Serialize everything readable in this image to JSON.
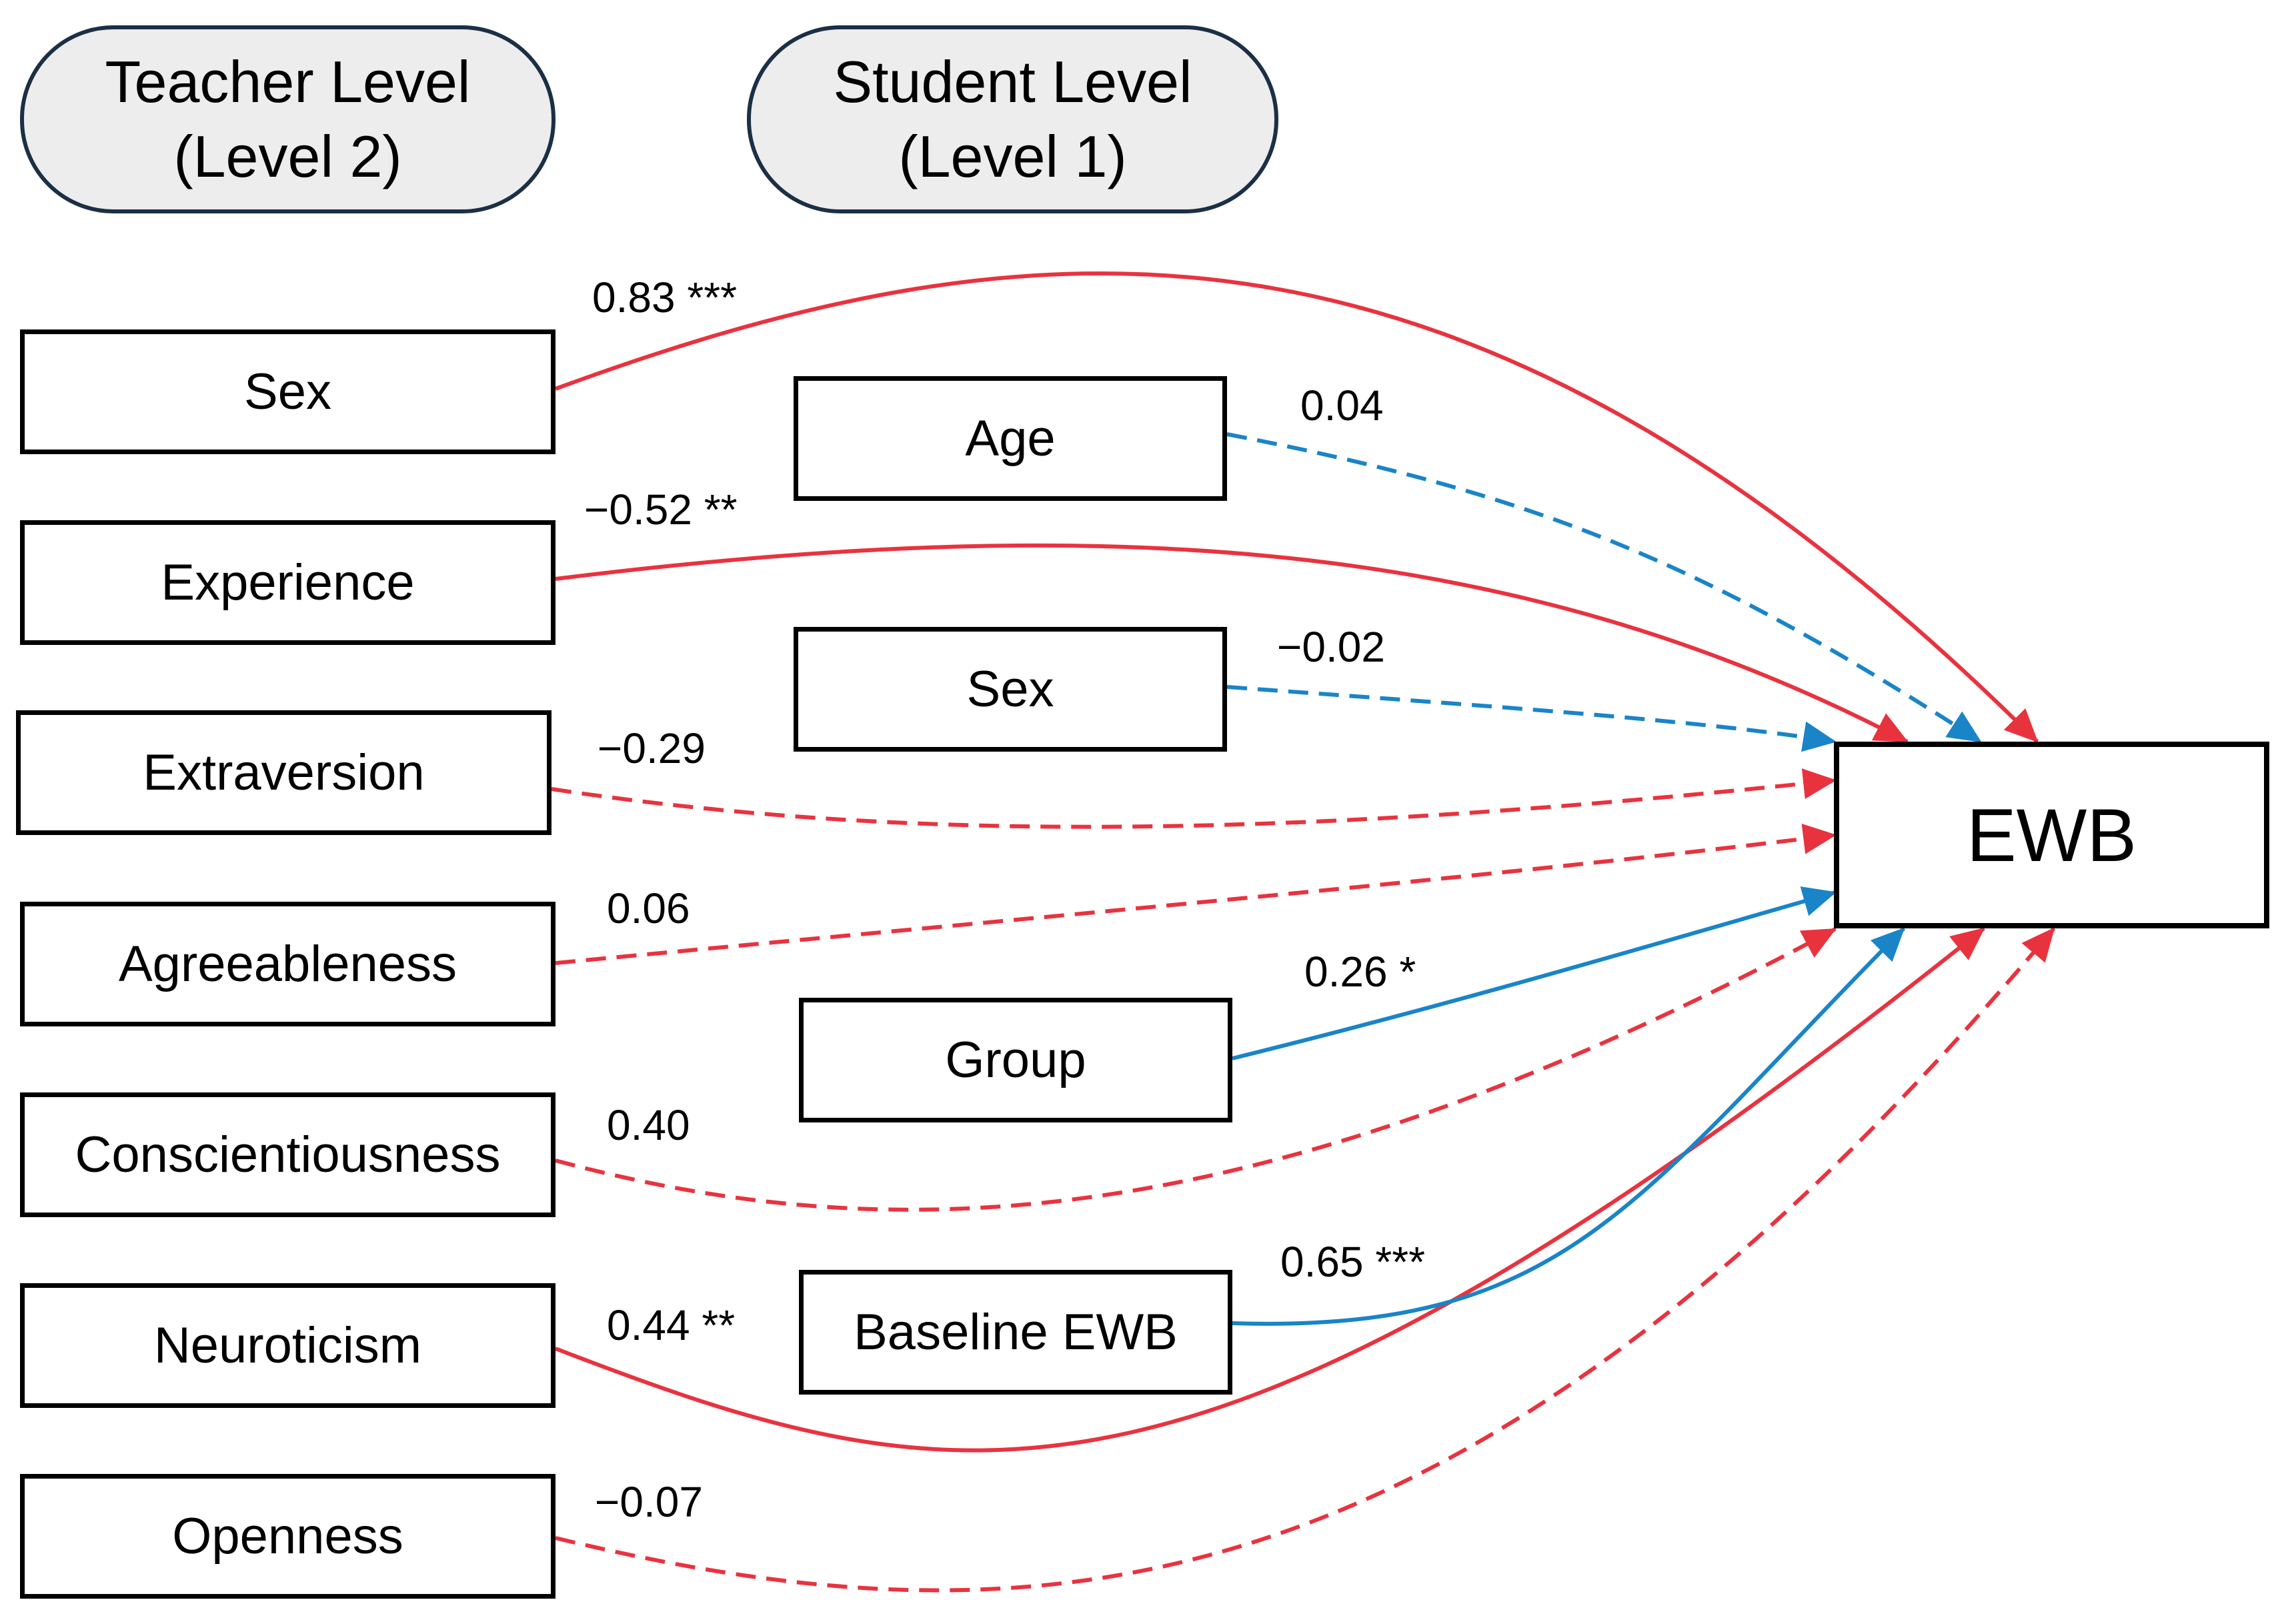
{
  "headers": {
    "teacher": {
      "line1": "Teacher Level",
      "line2": "(Level 2)"
    },
    "student": {
      "line1": "Student Level",
      "line2": "(Level 1)"
    }
  },
  "teacher_vars": {
    "sex": "Sex",
    "experience": "Experience",
    "extraversion": "Extraversion",
    "agreeableness": "Agreeableness",
    "conscientiousness": "Conscientiousness",
    "neuroticism": "Neuroticism",
    "openness": "Openness"
  },
  "student_vars": {
    "age": "Age",
    "sex": "Sex",
    "group": "Group",
    "baseline": "Baseline EWB"
  },
  "outcome": {
    "label": "EWB"
  },
  "paths": {
    "teacher_sex": {
      "label": "0.83 ***",
      "significant": true,
      "level": "teacher"
    },
    "experience": {
      "label": "−0.52 **",
      "significant": true,
      "level": "teacher"
    },
    "extraversion": {
      "label": "−0.29",
      "significant": false,
      "level": "teacher"
    },
    "agreeableness": {
      "label": "0.06",
      "significant": false,
      "level": "teacher"
    },
    "conscientiousness": {
      "label": "0.40",
      "significant": false,
      "level": "teacher"
    },
    "neuroticism": {
      "label": "0.44 **",
      "significant": true,
      "level": "teacher"
    },
    "openness": {
      "label": "−0.07",
      "significant": false,
      "level": "teacher"
    },
    "age": {
      "label": "0.04",
      "significant": false,
      "level": "student"
    },
    "student_sex": {
      "label": "−0.02",
      "significant": false,
      "level": "student"
    },
    "group": {
      "label": "0.26 *",
      "significant": true,
      "level": "student"
    },
    "baseline": {
      "label": "0.65 ***",
      "significant": true,
      "level": "student"
    }
  },
  "colors": {
    "teacher_path": "#e8333f",
    "student_path": "#1a84c8",
    "header_fill": "#ededed",
    "header_border": "#1b2f45"
  }
}
